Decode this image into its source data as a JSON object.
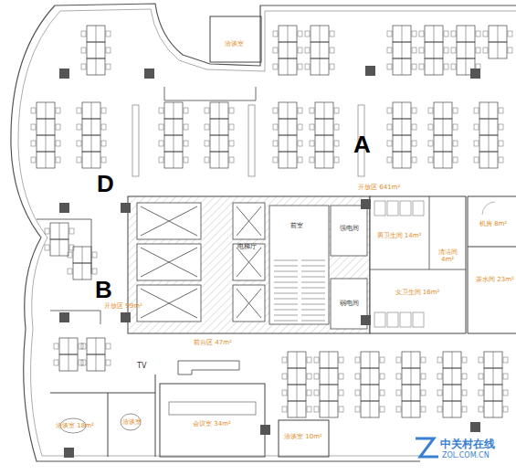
{
  "diagram": {
    "nodes": [
      {
        "text": [
          "电梯厅"
        ]
      },
      {
        "text": [
          "前室"
        ],
        "in": 0
      },
      {
        "text": [
          "强电间"
        ],
        "in": 0
      },
      {
        "text": [
          "弱电间"
        ],
        "in": 0
      },
      {
        "text": [
          "男卫生间 14m²"
        ]
      },
      {
        "text": [
          "清洁间 4m²"
        ]
      },
      {
        "text": [
          "女卫生间 16m²"
        ]
      },
      {
        "text": [
          "机房 8m²"
        ]
      },
      {
        "text": [
          "茶水间 23m²"
        ]
      },
      {
        "text": [
          "洽谈室"
        ]
      },
      {
        "text": [
          "会议室 34m²"
        ]
      },
      {
        "text": [
          "洽谈室 18m²"
        ]
      },
      {
        "text": [
          "洽谈室"
        ]
      },
      {
        "text": [
          "洽谈室 10m²"
        ]
      }
    ],
    "labels": [
      "A",
      "D",
      "B",
      "开放区 641m²",
      "开放区 99m²",
      "前台区 47m²",
      "TV",
      "中关村在线",
      "ZOL.COM.CN"
    ]
  }
}
